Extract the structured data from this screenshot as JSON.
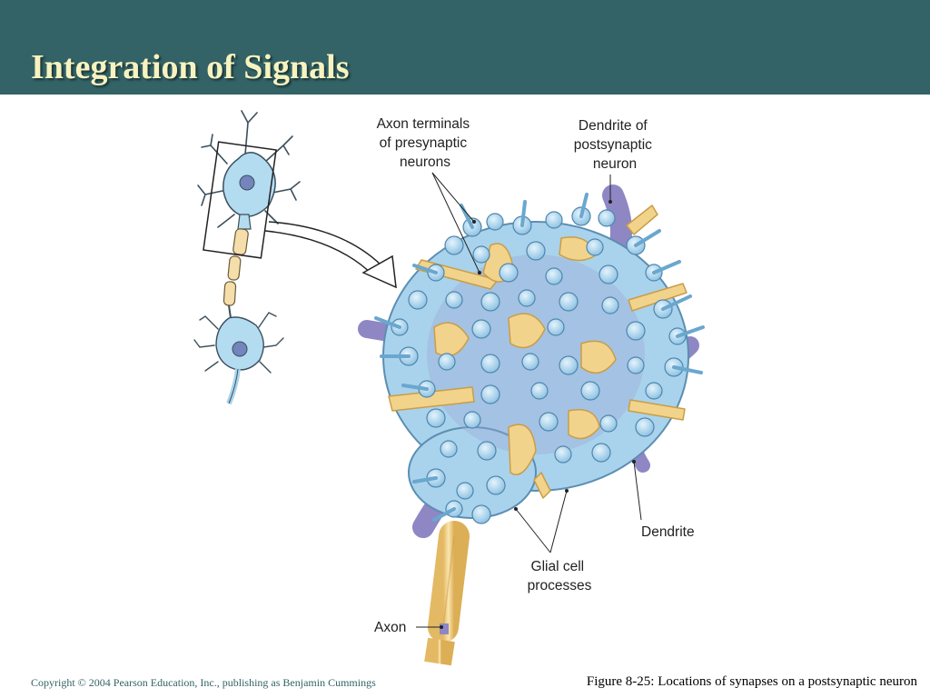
{
  "slide": {
    "title": "Integration of Signals",
    "copyright": "Copyright © 2004 Pearson Education, Inc., publishing as Benjamin Cummings",
    "caption": "Figure 8-25: Locations of synapses on a postsynaptic neuron"
  },
  "diagram": {
    "labels": {
      "axon_terminals": [
        "Axon terminals",
        "of presynaptic",
        "neurons"
      ],
      "dendrite_of_postsynaptic": [
        "Dendrite of",
        "postsynaptic",
        "neuron"
      ],
      "dendrite": "Dendrite",
      "glial_cell_processes": [
        "Glial cell",
        "processes"
      ],
      "axon": "Axon"
    },
    "colors": {
      "header": "#336366",
      "title_text": "#f7f3c0",
      "neuron_blue": "#a9d3ec",
      "glial_yellow": "#f2d38c",
      "dendrite_purple": "#8e87c4"
    }
  }
}
